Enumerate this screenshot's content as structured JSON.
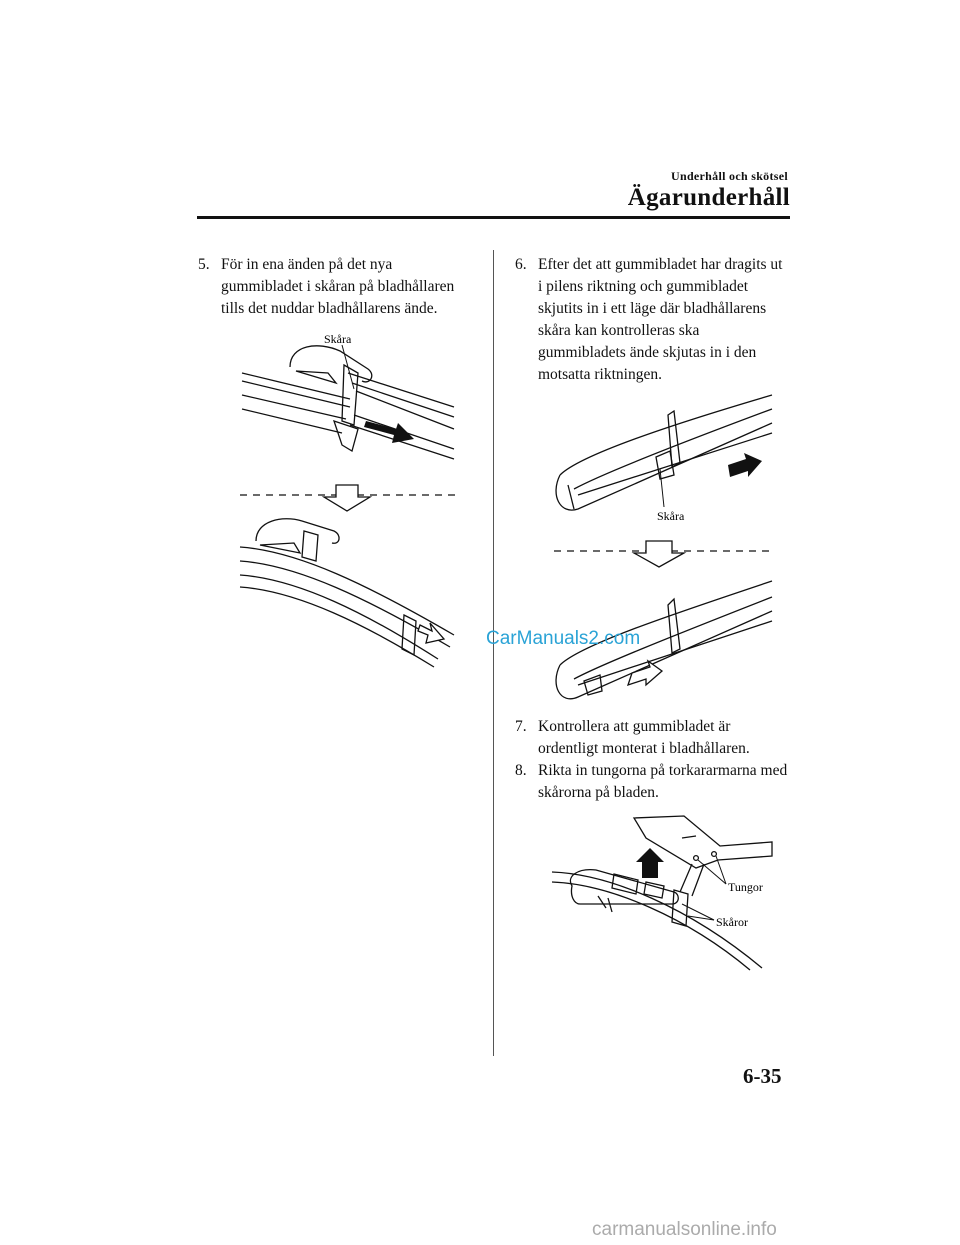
{
  "header": {
    "section": "Underhåll och skötsel",
    "chapter": "Ägarunderhåll"
  },
  "steps": [
    {
      "number": "5.",
      "text": "För in ena änden på det nya gummibladet i skåran på bladhållaren tills det nuddar bladhållarens ände."
    },
    {
      "number": "6.",
      "text": "Efter det att gummibladet har dragits ut i pilens riktning och gummibladet skjutits in i ett läge där bladhållarens skåra kan kontrolleras ska gummibladets ände skjutas in i den motsatta riktningen."
    },
    {
      "number": "7.",
      "text": "Kontrollera att gummibladet är ordentligt monterat i bladhållaren."
    },
    {
      "number": "8.",
      "text": "Rikta in tungorna på torkararmarna med skårorna på bladen."
    }
  ],
  "figures": {
    "fig1_label": "Skåra",
    "fig2_label": "Skåra",
    "fig3_label_tabs": "Tungor",
    "fig3_label_slots": "Skåror"
  },
  "page_number": "6-35",
  "watermarks": {
    "top": "CarManuals2.com",
    "bottom": "carmanualsonline.info"
  }
}
